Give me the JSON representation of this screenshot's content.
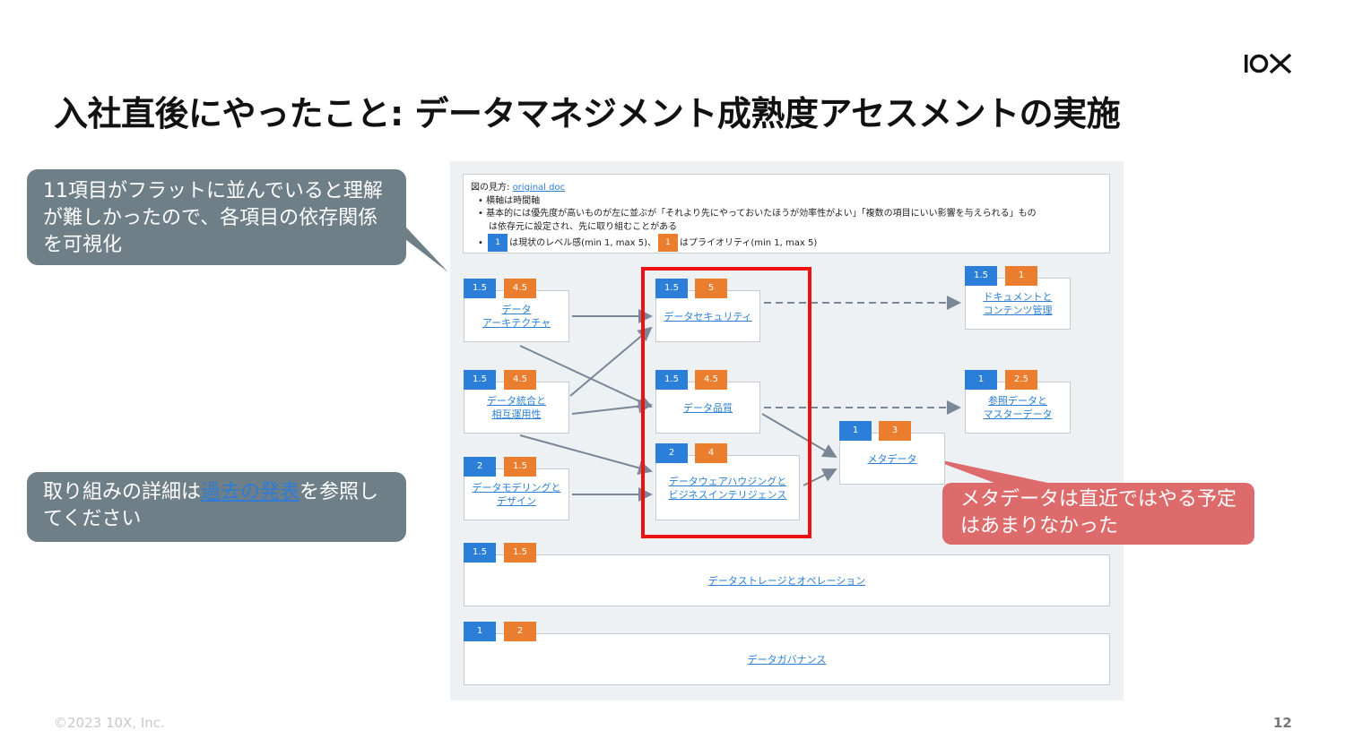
{
  "brand": {
    "logo_text": "10X"
  },
  "title": "入社直後にやったこと: データマネジメント成熟度アセスメントの実施",
  "callouts": {
    "left_top": "11項目がフラットに並んでいると理解が難しかったので、各項目の依存関係を可視化",
    "left_bottom_pre": "取り組みの詳細は",
    "left_bottom_link": "過去の発表",
    "left_bottom_post": "を参照してください",
    "metadata_note": "メタデータは直近ではやる予定はあまりなかった"
  },
  "legend": {
    "prefix": "図の見方: ",
    "link": "original doc",
    "line1": "• 横軸は時間軸",
    "line2": "• 基本的には優先度が高いものが左に並ぶが「それより先にやっておいたほうが効率性がよい」「複数の項目にいい影響を与えられる」もの",
    "line3": "は依存元に設定され、先に取り組むことがある",
    "blue_example": "1",
    "line4a": "は現状のレベル感(min 1, max 5)、",
    "orange_example": "1",
    "line4b": "はプライオリティ(min 1, max 5)"
  },
  "colors": {
    "level_badge": "#2b7fd8",
    "priority_badge": "#ea7d2e",
    "highlight": "#ee1111",
    "callout_gray": "#6f7f88",
    "callout_red": "#dd6b6b"
  },
  "nodes": {
    "arch": {
      "label1": "データ",
      "label2": "アーキテクチャ",
      "level": "1.5",
      "priority": "4.5"
    },
    "integ": {
      "label1": "データ統合と",
      "label2": "相互運用性",
      "level": "1.5",
      "priority": "4.5"
    },
    "model": {
      "label1": "データモデリングと",
      "label2": "デザイン",
      "level": "2",
      "priority": "1.5"
    },
    "security": {
      "label1": "データセキュリティ",
      "level": "1.5",
      "priority": "5"
    },
    "quality": {
      "label1": "データ品質",
      "level": "1.5",
      "priority": "4.5"
    },
    "dwh": {
      "label1": "データウェアハウジングと",
      "label2": "ビジネスインテリジェンス",
      "level": "2",
      "priority": "4"
    },
    "meta": {
      "label1": "メタデータ",
      "level": "1",
      "priority": "3"
    },
    "doc": {
      "label1": "ドキュメントと",
      "label2": "コンテンツ管理",
      "level": "1.5",
      "priority": "1"
    },
    "ref": {
      "label1": "参照データと",
      "label2": "マスターデータ",
      "level": "1",
      "priority": "2.5"
    },
    "storage": {
      "label1": "データストレージとオペレーション",
      "level": "1.5",
      "priority": "1.5"
    },
    "gov": {
      "label1": "データガバナンス",
      "level": "1",
      "priority": "2"
    }
  },
  "footer": {
    "copyright": "©2023 10X, Inc.",
    "page": "12"
  }
}
